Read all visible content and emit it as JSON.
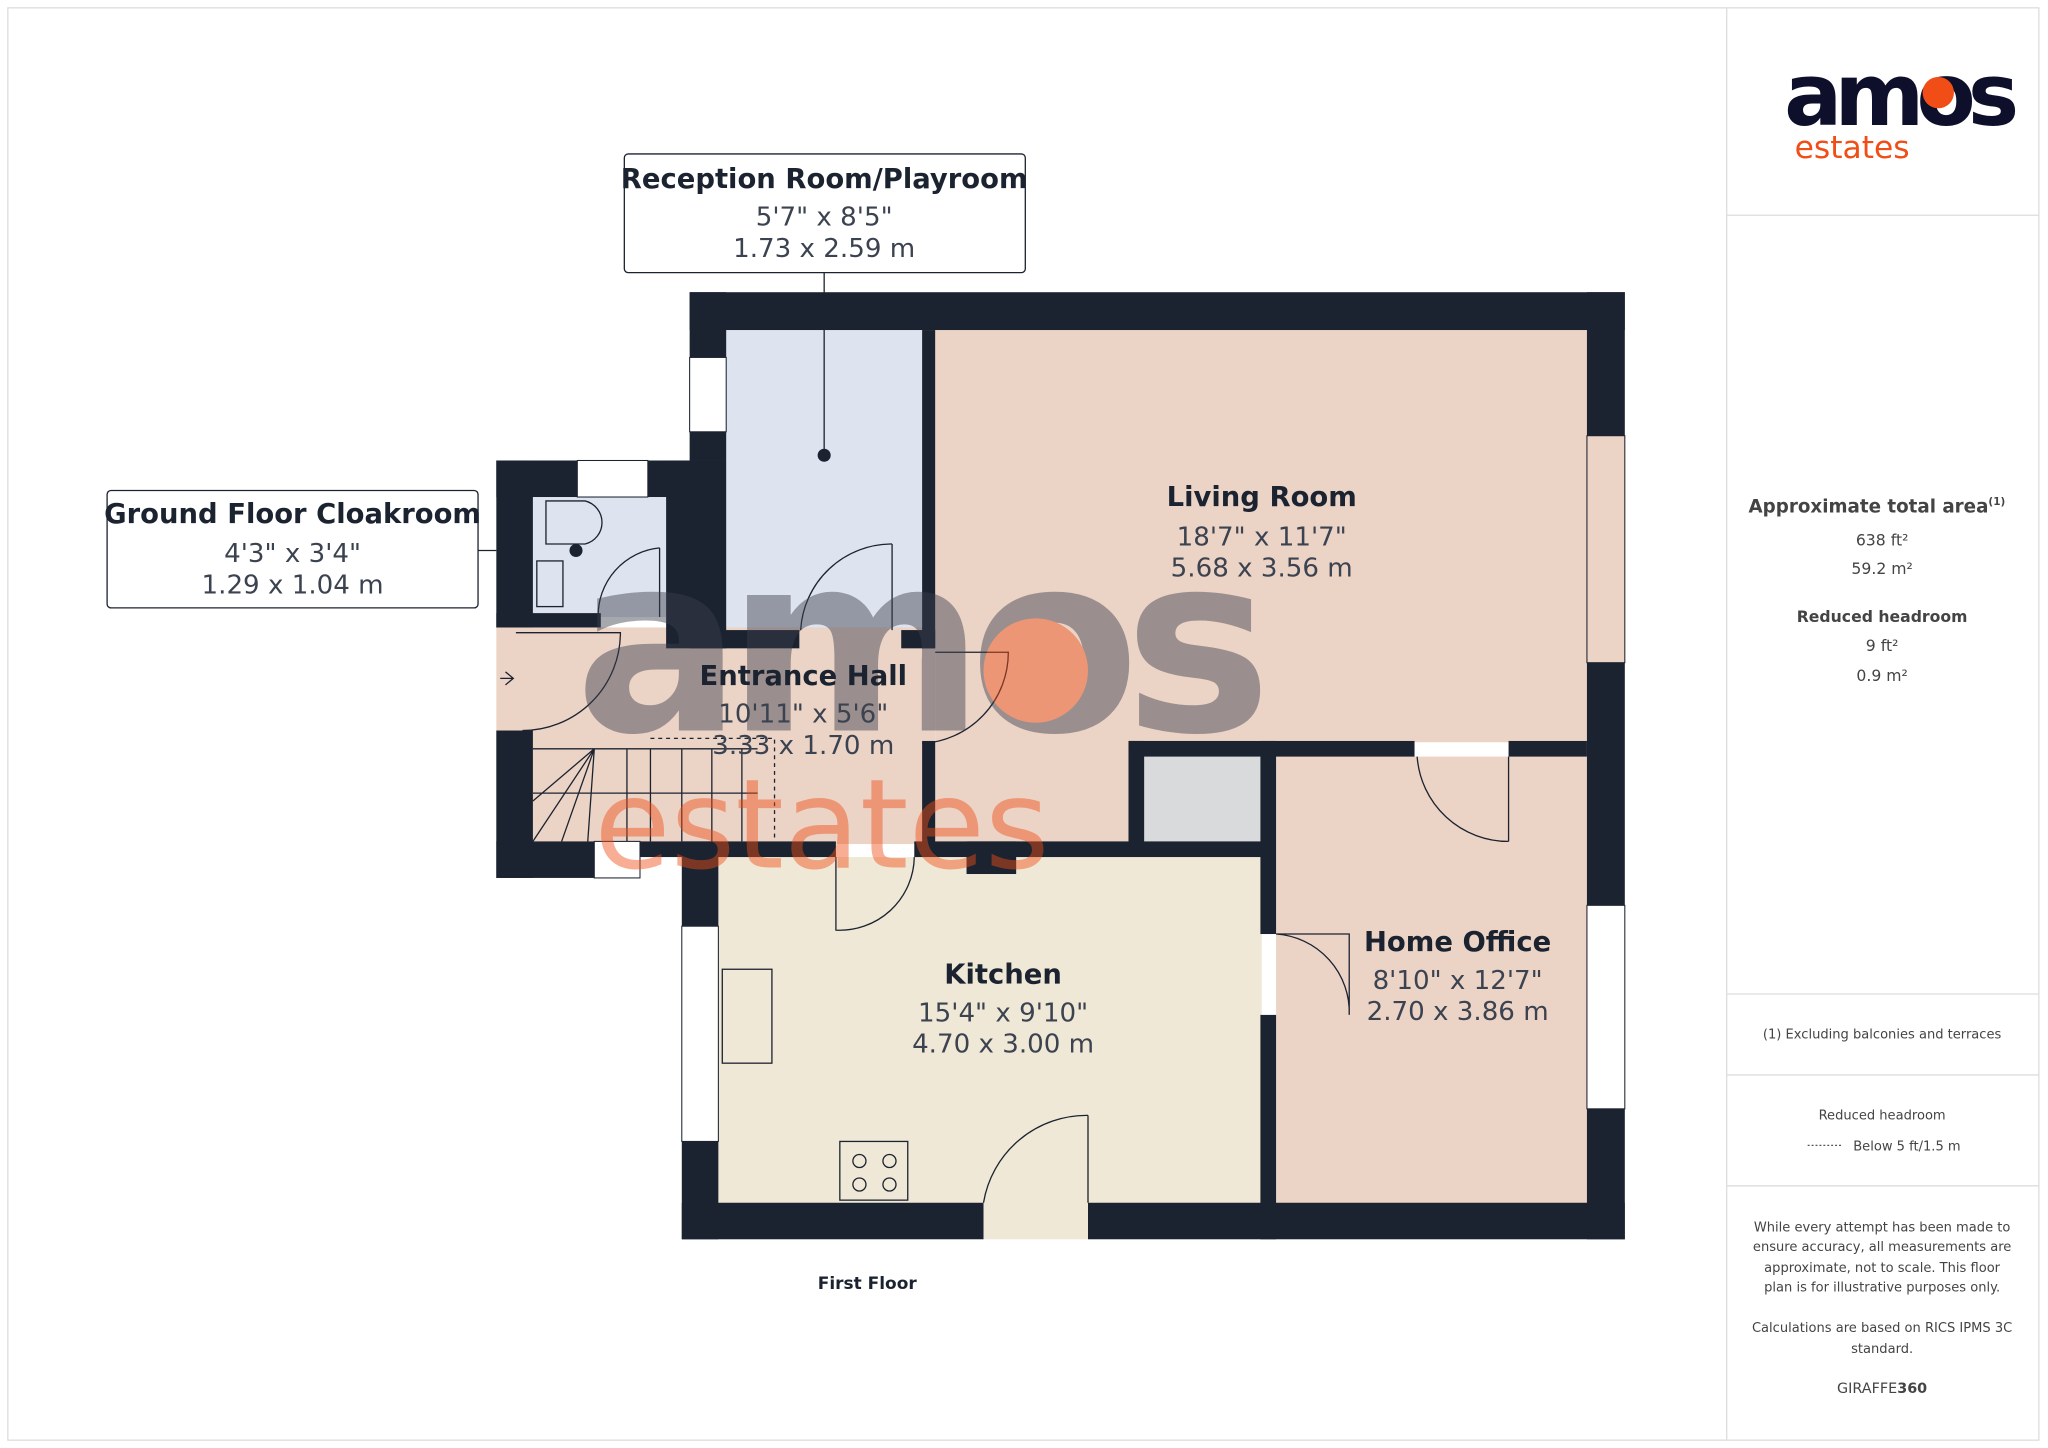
{
  "brand": {
    "logo_text": "amos",
    "logo_subtext": "estates",
    "primary_color": "#0e0f2b",
    "accent_color": "#f04e16"
  },
  "floor_label": "First Floor",
  "rooms": [
    {
      "name": "Reception Room/Playroom",
      "imperial": "5'7\" x 8'5\"",
      "metric": "1.73 x 2.59 m"
    },
    {
      "name": "Ground Floor Cloakroom",
      "imperial": "4'3\" x 3'4\"",
      "metric": "1.29 x 1.04 m"
    },
    {
      "name": "Living Room",
      "imperial": "18'7\" x 11'7\"",
      "metric": "5.68 x 3.56 m"
    },
    {
      "name": "Entrance Hall",
      "imperial": "10'11\" x 5'6\"",
      "metric": "3.33 x 1.70 m"
    },
    {
      "name": "Kitchen",
      "imperial": "15'4\" x 9'10\"",
      "metric": "4.70 x 3.00 m"
    },
    {
      "name": "Home Office",
      "imperial": "8'10\" x 12'7\"",
      "metric": "2.70 x 3.86 m"
    }
  ],
  "summary": {
    "total_title": "Approximate total area",
    "total_sup": "(1)",
    "total_ft": "638 ft²",
    "total_m": "59.2 m²",
    "headroom_title": "Reduced headroom",
    "headroom_ft": "9 ft²",
    "headroom_m": "0.9 m²"
  },
  "footnote": "(1) Excluding balconies and terraces",
  "legend": {
    "title": "Reduced headroom",
    "item": "Below 5 ft/1.5 m"
  },
  "disclaimer": [
    "While every attempt has been made to",
    "ensure accuracy, all measurements are",
    "approximate, not to scale. This floor",
    "plan is for illustrative purposes only."
  ],
  "calc_note": [
    "Calculations are based on RICS IPMS 3C",
    "standard."
  ],
  "credit": {
    "part1": "GIRAFFE",
    "part2": "360"
  },
  "colors": {
    "wall": "#1c2330",
    "reception": "#dde3ef",
    "living": "#ebd3c6",
    "kitchen": "#f0e8d6",
    "closet": "#d8dadc"
  }
}
